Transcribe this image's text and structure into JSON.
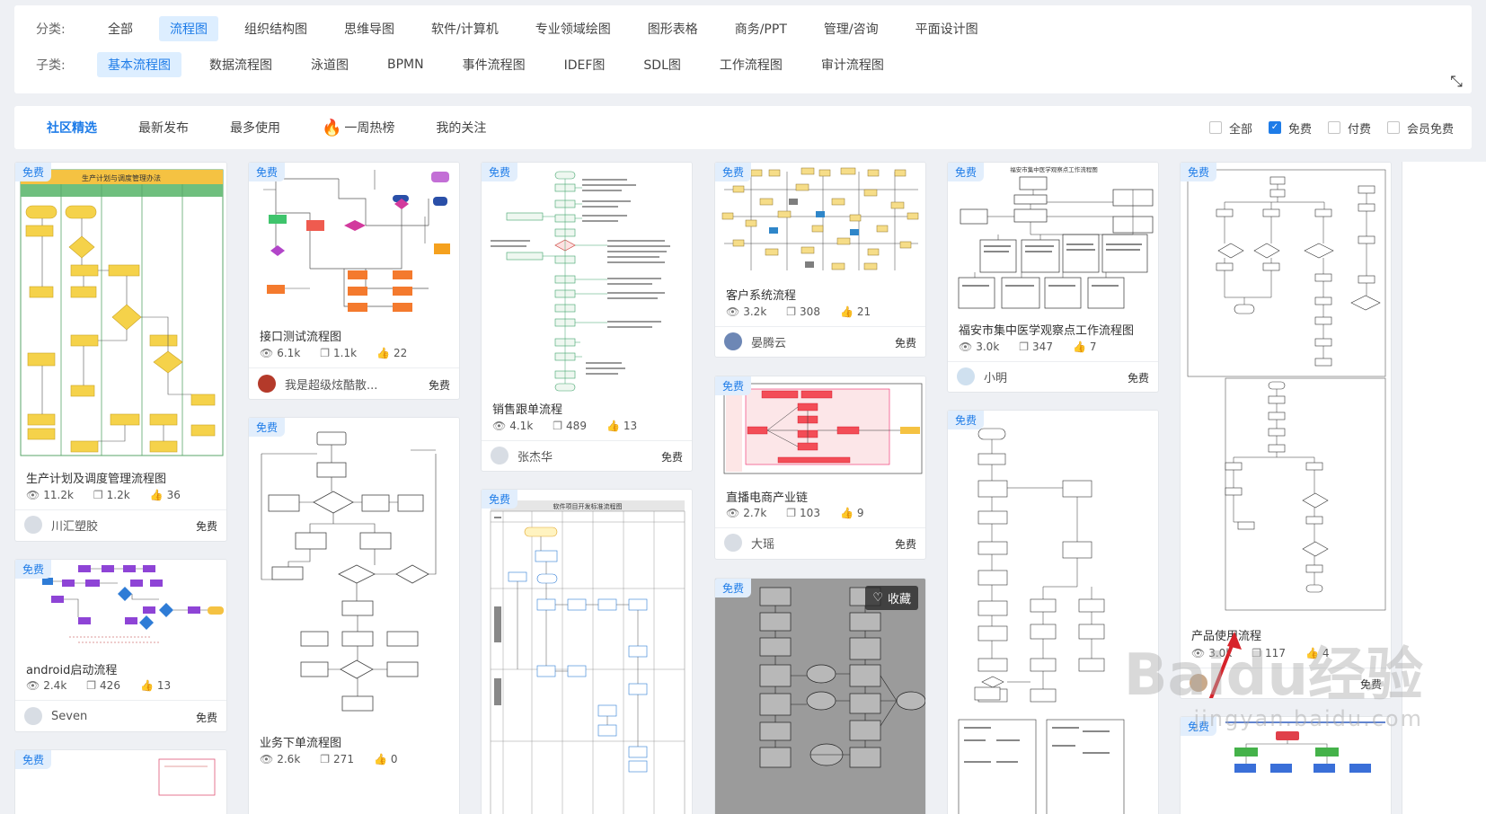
{
  "filters": {
    "category_label": "分类:",
    "categories": [
      "全部",
      "流程图",
      "组织结构图",
      "思维导图",
      "软件/计算机",
      "专业领域绘图",
      "图形表格",
      "商务/PPT",
      "管理/咨询",
      "平面设计图"
    ],
    "subcategory_label": "子类:",
    "subcategories": [
      "基本流程图",
      "数据流程图",
      "泳道图",
      "BPMN",
      "事件流程图",
      "IDEF图",
      "SDL图",
      "工作流程图",
      "审计流程图"
    ]
  },
  "tabs": [
    "社区精选",
    "最新发布",
    "最多使用",
    "一周热榜",
    "我的关注"
  ],
  "price_filter": [
    "全部",
    "免费",
    "付费",
    "会员免费"
  ],
  "badge": "免费",
  "favorite_label": "收藏",
  "cards": [
    {
      "title": "生产计划及调度管理流程图",
      "views": "11.2k",
      "copies": "1.2k",
      "likes": "36",
      "author": "川汇塑胶",
      "price": "免费",
      "thumb_title": "生产计划与调度管理办法"
    },
    {
      "title": "android启动流程",
      "views": "2.4k",
      "copies": "426",
      "likes": "13",
      "author": "Seven",
      "price": "免费"
    },
    {
      "title": "接口测试流程图",
      "views": "6.1k",
      "copies": "1.1k",
      "likes": "22",
      "author": "我是超级炫酷散...",
      "price": "免费"
    },
    {
      "title": "业务下单流程图",
      "views": "2.6k",
      "copies": "271",
      "likes": "0"
    },
    {
      "title": "销售跟单流程",
      "views": "4.1k",
      "copies": "489",
      "likes": "13",
      "author": "张杰华",
      "price": "免费"
    },
    {
      "thumb_title": "软件项目开发标准流程图"
    },
    {
      "title": "客户系统流程",
      "views": "3.2k",
      "copies": "308",
      "likes": "21",
      "author": "晏腾云",
      "price": "免费"
    },
    {
      "title": "直播电商产业链",
      "views": "2.7k",
      "copies": "103",
      "likes": "9",
      "author": "大瑶",
      "price": "免费"
    },
    {},
    {
      "title": "福安市集中医学观察点工作流程图",
      "views": "3.0k",
      "copies": "347",
      "likes": "7",
      "author": "小明",
      "price": "免费",
      "thumb_title": "福安市集中医学观察点工作流程图"
    },
    {},
    {
      "title": "产品使用流程",
      "views": "3.0k",
      "copies": "117",
      "likes": "4",
      "price": "免费"
    },
    {}
  ],
  "watermark": {
    "main": "Baidu经验",
    "sub": "jingyan.baidu.com"
  }
}
